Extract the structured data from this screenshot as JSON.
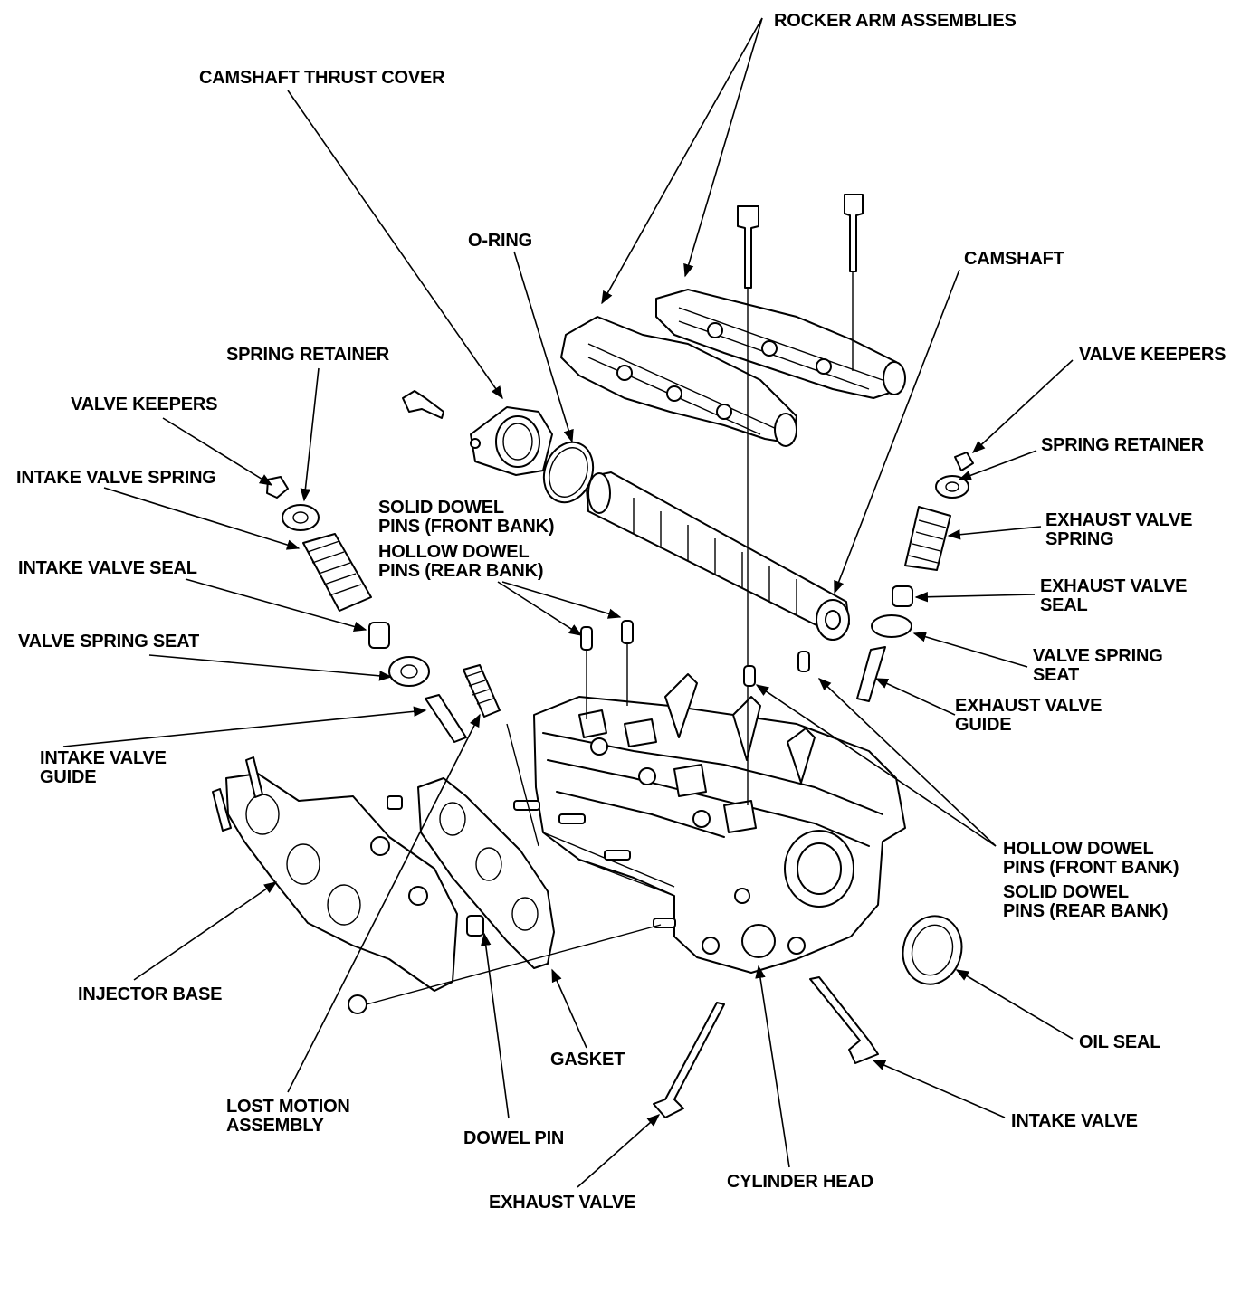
{
  "labels": {
    "rocker_arm_assemblies": "ROCKER ARM ASSEMBLIES",
    "camshaft_thrust_cover": "CAMSHAFT THRUST COVER",
    "o_ring": "O-RING",
    "camshaft": "CAMSHAFT",
    "spring_retainer_left": "SPRING RETAINER",
    "valve_keepers_left": "VALVE KEEPERS",
    "intake_valve_spring": "INTAKE VALVE SPRING",
    "intake_valve_seal": "INTAKE VALVE SEAL",
    "valve_spring_seat_left": "VALVE SPRING SEAT",
    "intake_valve_guide": "INTAKE VALVE\nGUIDE",
    "solid_dowel_front": "SOLID DOWEL\nPINS (FRONT BANK)",
    "hollow_dowel_rear": "HOLLOW DOWEL\nPINS (REAR BANK)",
    "valve_keepers_right": "VALVE KEEPERS",
    "spring_retainer_right": "SPRING RETAINER",
    "exhaust_valve_spring": "EXHAUST VALVE\nSPRING",
    "exhaust_valve_seal": "EXHAUST VALVE\nSEAL",
    "valve_spring_seat_right": "VALVE SPRING\nSEAT",
    "exhaust_valve_guide": "EXHAUST VALVE\nGUIDE",
    "hollow_dowel_front": "HOLLOW DOWEL\nPINS (FRONT BANK)",
    "solid_dowel_rear": "SOLID DOWEL\nPINS (REAR BANK)",
    "oil_seal": "OIL SEAL",
    "intake_valve": "INTAKE VALVE",
    "cylinder_head": "CYLINDER HEAD",
    "exhaust_valve": "EXHAUST VALVE",
    "dowel_pin": "DOWEL PIN",
    "gasket": "GASKET",
    "lost_motion_assembly": "LOST MOTION\nASSEMBLY",
    "injector_base": "INJECTOR BASE"
  }
}
